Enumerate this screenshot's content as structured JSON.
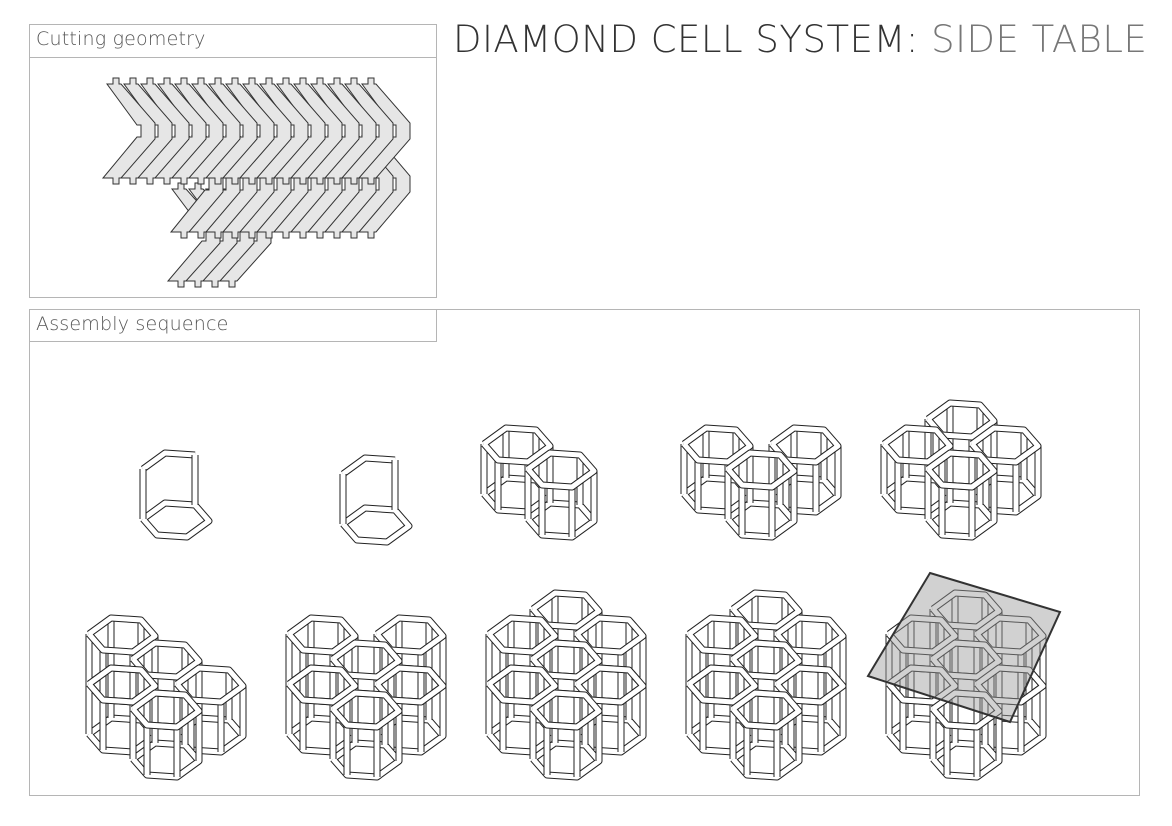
{
  "title": {
    "main": "DIAMOND CELL SYSTEM:",
    "sub": " SIDE TABLE"
  },
  "panels": {
    "cutting": {
      "label": "Cutting geometry"
    },
    "assembly": {
      "label": "Assembly sequence"
    }
  },
  "colors": {
    "piece_fill": "#e6e6e6",
    "outline": "#333333",
    "glass": "#9a9a9a"
  }
}
